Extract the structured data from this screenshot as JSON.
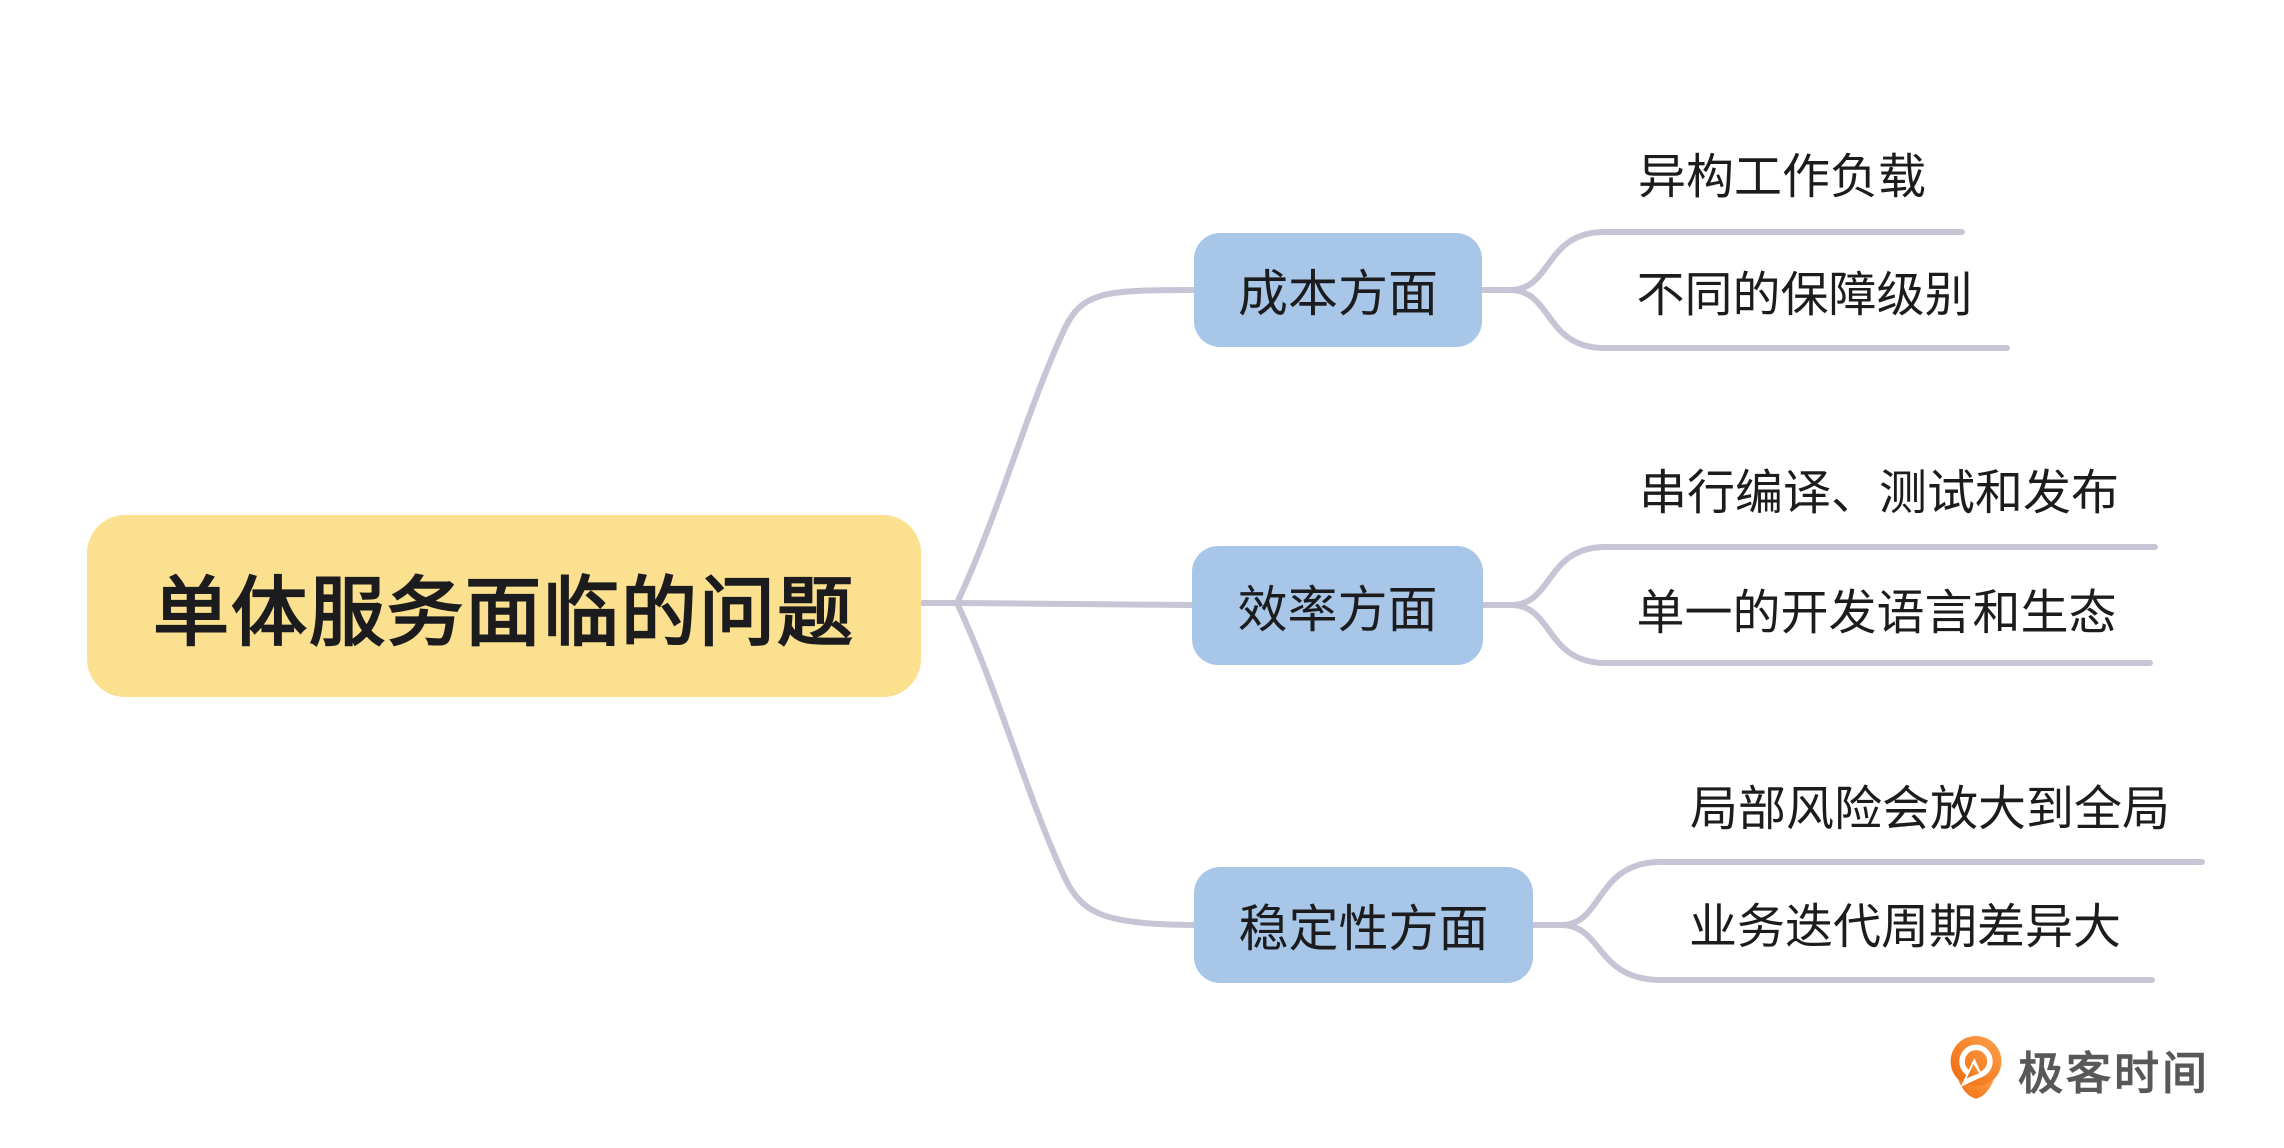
{
  "root": {
    "label": "单体服务面临的问题"
  },
  "branches": [
    {
      "label": "成本方面",
      "children": [
        {
          "label": "异构工作负载"
        },
        {
          "label": "不同的保障级别"
        }
      ]
    },
    {
      "label": "效率方面",
      "children": [
        {
          "label": "串行编译、测试和发布"
        },
        {
          "label": "单一的开发语言和生态"
        }
      ]
    },
    {
      "label": "稳定性方面",
      "children": [
        {
          "label": "局部风险会放大到全局"
        },
        {
          "label": "业务迭代周期差异大"
        }
      ]
    }
  ],
  "watermark": {
    "label": "极客时间"
  },
  "colors": {
    "root_fill": "#FAE08F",
    "branch_fill": "#A8C7E8",
    "connector": "#C7C4D6",
    "text": "#1C1C1E",
    "logo_text": "#595759",
    "logo_orange_light": "#FFA14D",
    "logo_orange_dark": "#EE6A0B"
  }
}
